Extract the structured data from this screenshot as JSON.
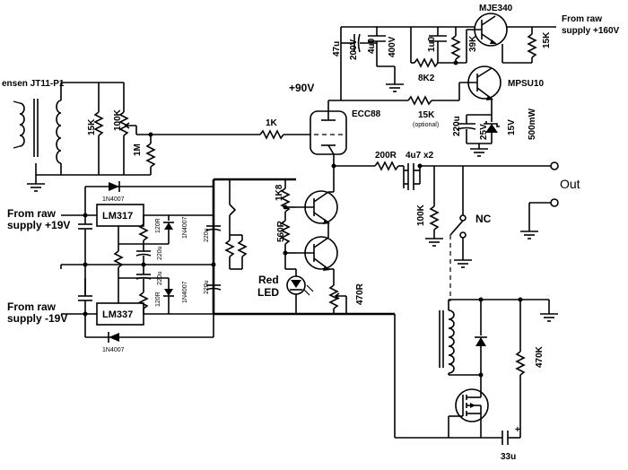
{
  "labels": {
    "transformer": "ensen JT11-P1",
    "r_15k_in": "15K",
    "pot_100k": "100K",
    "r_1m": "1M",
    "r_1k": "1K",
    "v90": "+90V",
    "tube": "ECC88",
    "cap_47u": "47u",
    "cap_47u_v": "200V",
    "cap_4u0": "4u0",
    "cap_4u0_v": "400V",
    "cap_1u0": "1u0",
    "r_39k": "39K",
    "r_8k2": "8K2",
    "mje340": "MJE340",
    "mpsu10": "MPSU10",
    "r_15k_top": "15K",
    "r_15k_opt": "15K",
    "opt_note": "(optional)",
    "cap_220u": "220u",
    "cap_220u_v": "25V",
    "zener": "15V",
    "zener_w": "500mW",
    "raw160_1": "From raw",
    "raw160_2": "supply +160V",
    "d1": "1N4007",
    "lm317": "LM317",
    "raw19p_1": "From raw",
    "raw19p_2": "supply +19V",
    "r_120_a": "120R",
    "d_a": "1N4007",
    "cap_220u_a": "220u",
    "cap_220u_b": "220u",
    "cap_220u_c": "220u",
    "cap_220u_d": "220u",
    "lm337": "LM337",
    "raw19n_1": "From raw",
    "raw19n_2": "supply -19V",
    "r_120_b": "120R",
    "d_b": "1N4007",
    "d2": "1N4007",
    "r_1k8": "1K8",
    "r_560": "560R",
    "red_led_1": "Red",
    "red_led_2": "LED",
    "r_470": "470R",
    "r_200": "200R",
    "cap_4u7": "4u7 x2",
    "r_100k": "100K",
    "nc": "NC",
    "out": "Out",
    "r_470k": "470K",
    "cap_33u": "33u",
    "plus": "+"
  }
}
